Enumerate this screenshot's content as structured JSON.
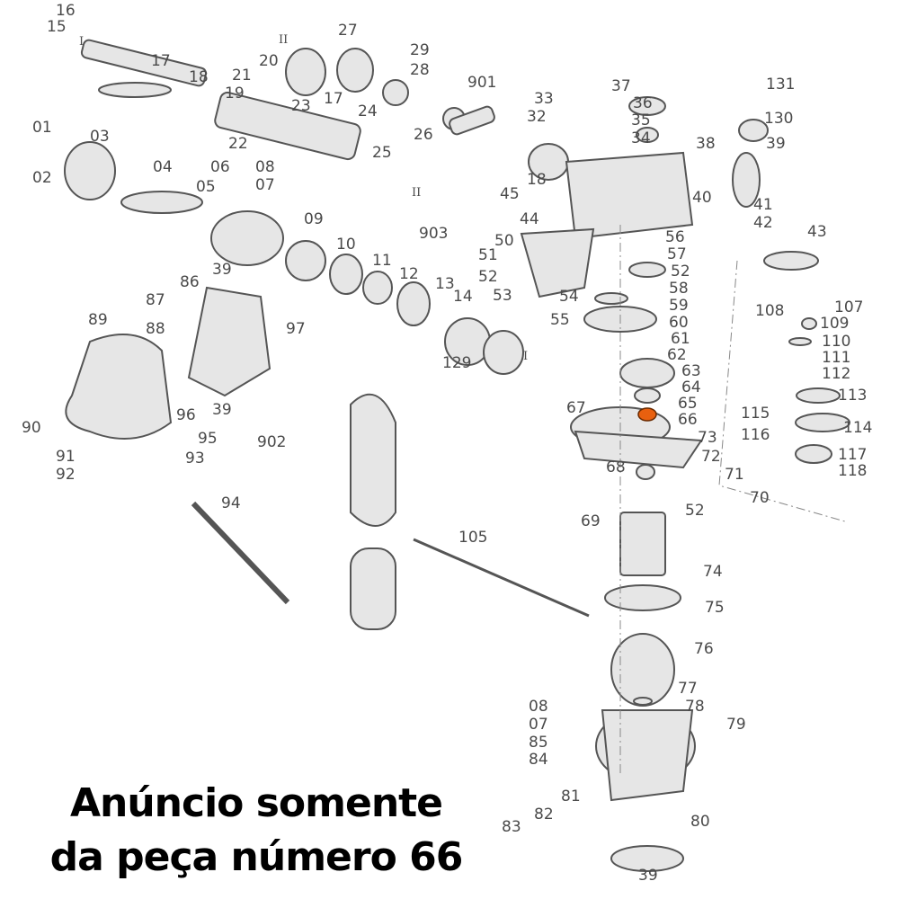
{
  "diagram": {
    "highlight_color": "#e8600f",
    "highlighted_part": "66",
    "part_labels": [
      "16",
      "15",
      "17",
      "18",
      "21",
      "19",
      "27",
      "20",
      "17",
      "24",
      "29",
      "28",
      "901",
      "26",
      "33",
      "32",
      "37",
      "36",
      "35",
      "34",
      "131",
      "130",
      "38",
      "39",
      "23",
      "22",
      "01",
      "03",
      "02",
      "04",
      "06",
      "08",
      "07",
      "05",
      "25",
      "18",
      "45",
      "44",
      "40",
      "41",
      "42",
      "43",
      "903",
      "50",
      "56",
      "51",
      "57",
      "52",
      "52",
      "53",
      "09",
      "10",
      "11",
      "12",
      "13",
      "14",
      "39",
      "86",
      "87",
      "97",
      "89",
      "88",
      "54",
      "58",
      "59",
      "60",
      "61",
      "62",
      "55",
      "107",
      "108",
      "109",
      "110",
      "111",
      "112",
      "113",
      "63",
      "64",
      "65",
      "66",
      "67",
      "129",
      "96",
      "39",
      "95",
      "115",
      "116",
      "114",
      "117",
      "118",
      "73",
      "72",
      "71",
      "70",
      "68",
      "52",
      "90",
      "91",
      "92",
      "93",
      "902",
      "94",
      "105",
      "69",
      "74",
      "75",
      "76",
      "77",
      "78",
      "79",
      "08",
      "07",
      "85",
      "84",
      "81",
      "80",
      "82",
      "83",
      "39"
    ],
    "roman_markers": [
      "I",
      "II",
      "II",
      "I"
    ]
  },
  "caption": {
    "line1": "Anúncio somente",
    "line2": "da peça número 66"
  }
}
